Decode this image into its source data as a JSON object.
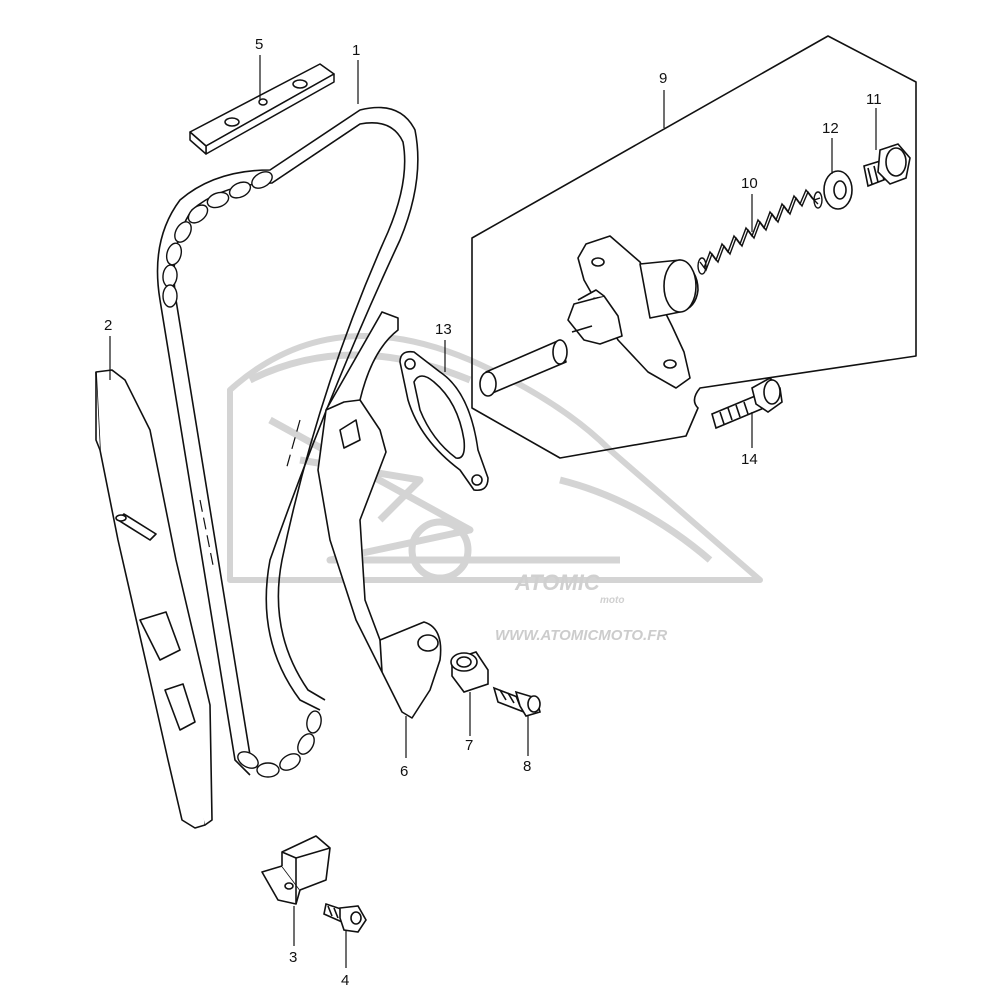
{
  "diagram": {
    "callouts": [
      "1",
      "2",
      "3",
      "4",
      "5",
      "6",
      "7",
      "8",
      "9",
      "10",
      "11",
      "12",
      "13",
      "14"
    ]
  },
  "watermark": {
    "logo_text": "ATOMIC",
    "logo_sub": "moto",
    "url": "WWW.ATOMICMOTO.FR",
    "color": "#cfcfcf"
  },
  "colors": {
    "line": "#111111",
    "fill": "#ffffff"
  }
}
